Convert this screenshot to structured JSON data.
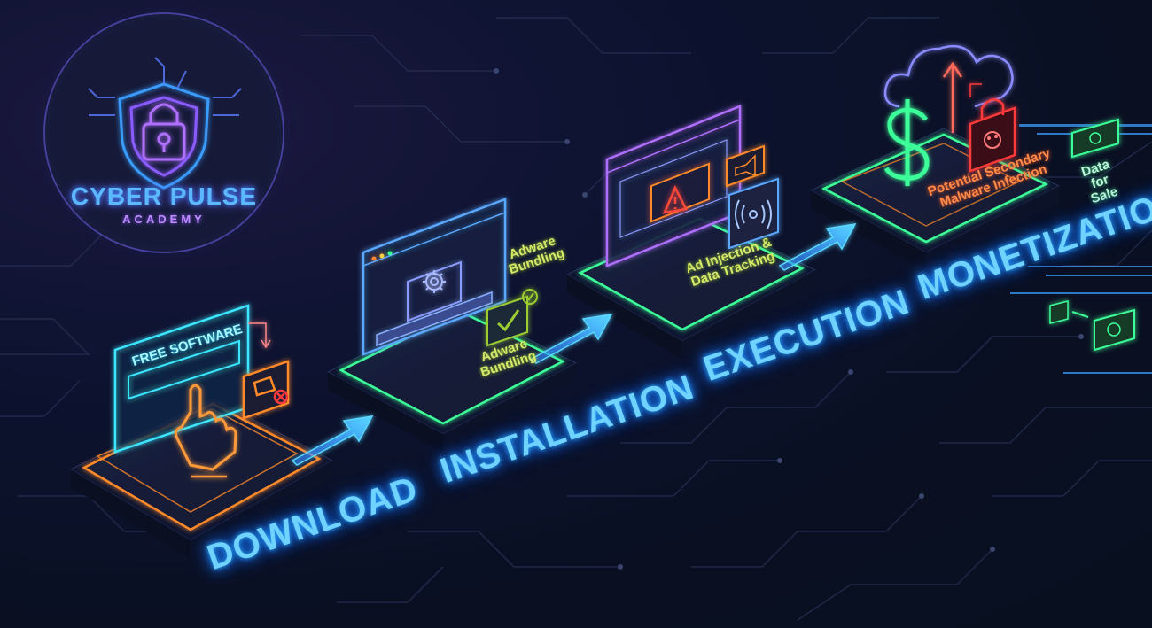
{
  "brand": {
    "name": "CYBER PULSE",
    "subtitle": "ACADEMY"
  },
  "stages": [
    {
      "label": "DOWNLOAD",
      "callout": "FREE SOFTWARE"
    },
    {
      "label": "INSTALLATION",
      "callouts": [
        "Adware Bundling",
        "Adware Bundling"
      ]
    },
    {
      "label": "EXECUTION",
      "callout": "Ad Injection & Data Tracking"
    },
    {
      "label": "MONETIZATION",
      "callouts": [
        "Potential Secondary Malware Infection",
        "Data for Sale"
      ]
    }
  ],
  "colors": {
    "background": "#0b1124",
    "cyan": "#3ee6ff",
    "blue": "#2a8cff",
    "orange": "#ff8a2a",
    "green": "#3cff9a",
    "purple": "#8a5cff",
    "red": "#ff3a3a"
  },
  "icons": [
    "shield-lock-icon",
    "hand-pointer-icon",
    "package-icon",
    "gear-icon",
    "check-icon",
    "warning-icon",
    "megaphone-icon",
    "tracking-icon",
    "cloud-icon",
    "dollar-icon",
    "skull-lock-icon",
    "banknote-icon",
    "arrow-icon"
  ]
}
